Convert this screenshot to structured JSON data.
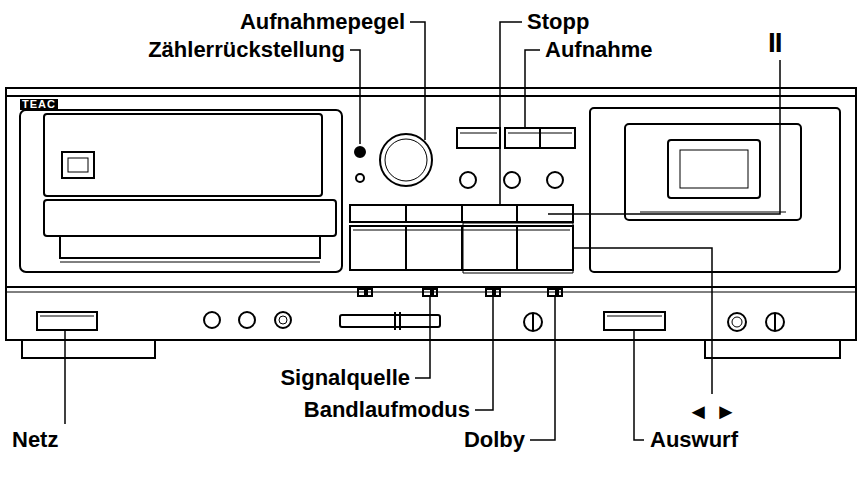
{
  "diagram": {
    "labels": [
      "Aufnahmepegel",
      "Zählerrückstellung",
      "Stopp",
      "Aufnahme",
      "II",
      "TEAC",
      "Signalquelle",
      "Bandlaufmodus",
      "Dolby",
      "Netz",
      "Auswurf",
      "◄ ►"
    ]
  }
}
